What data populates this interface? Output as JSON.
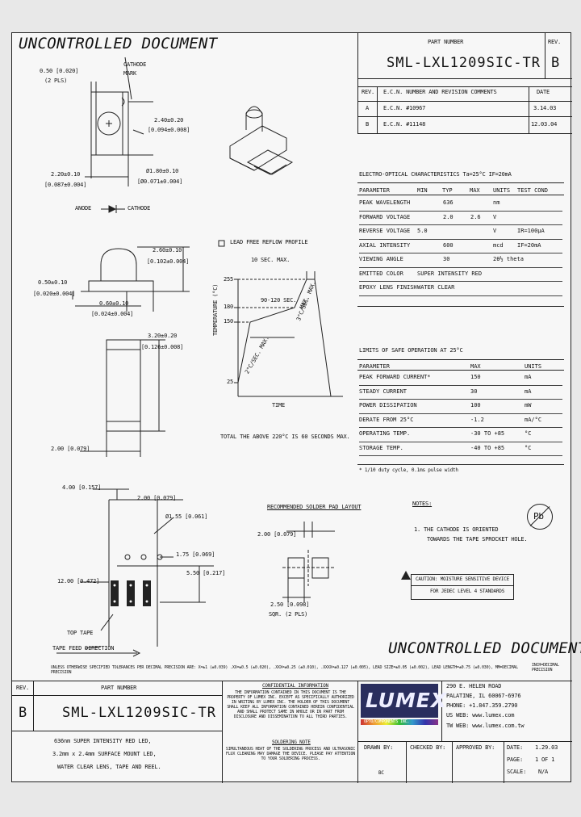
{
  "header": {
    "uncontrolled": "UNCONTROLLED DOCUMENT",
    "part_number_label": "PART NUMBER",
    "part_number": "SML-LXL1209SIC-TR",
    "rev_label": "REV.",
    "rev": "B"
  },
  "revisions": {
    "headers": [
      "REV.",
      "E.C.N. NUMBER AND REVISION COMMENTS",
      "DATE"
    ],
    "rows": [
      [
        "A",
        "E.C.N. #10967",
        "3.14.03"
      ],
      [
        "B",
        "E.C.N. #11148",
        "12.03.04"
      ]
    ]
  },
  "dimensions": {
    "pad_width": "0.50 [0.020]",
    "pad_count": "(2 PLS)",
    "cathode_mark": "CATHODE MARK",
    "length": "2.40±0.20",
    "length_in": "[0.094±0.008]",
    "width": "2.20±0.10",
    "width_in": "[0.087±0.004]",
    "lens_dia": "Ø1.80±0.10",
    "lens_dia_in": "[Ø0.071±0.004]",
    "anode": "ANODE",
    "cathode": "CATHODE",
    "height": "2.60±0.10",
    "height_in": "[0.102±0.004]",
    "lead_thk": "0.50±0.10",
    "lead_thk_in": "[0.020±0.004]",
    "base_h": "0.60±0.10",
    "base_h_in": "[0.024±0.004]",
    "body_len": "3.20±0.20",
    "body_len_in": "[0.126±0.008]",
    "pitch_small": "2.00 [0.079]",
    "tape_pitch": "4.00 [0.157]",
    "tape_half": "2.00 [0.079]",
    "sprocket": "Ø1.55 [0.061]",
    "edge": "1.75 [0.069]",
    "cavity": "5.50 [0.217]",
    "tape_width": "12.00 [0.472]",
    "top_tape": "TOP TAPE",
    "feed_dir": "TAPE FEED DIRECTION"
  },
  "reflow": {
    "title": "LEAD FREE REFLOW PROFILE",
    "yaxis": "TEMPERATURE (°C)",
    "xaxis": "TIME",
    "ticks": [
      "255",
      "180",
      "150",
      "25"
    ],
    "peak": "10 SEC. MAX.",
    "soak": "90-120 SEC.",
    "soak_max": "MAX.",
    "ramp_up": "2°C/SEC. MAX.",
    "ramp_down": "3°C/SEC. MAX.",
    "note": "TOTAL THE ABOVE 220°C IS 60 SECONDS MAX."
  },
  "eo": {
    "title": "ELECTRO-OPTICAL CHARACTERISTICS Ta=25°C    IF=20mA",
    "headers": [
      "PARAMETER",
      "MIN",
      "TYP",
      "MAX",
      "UNITS",
      "TEST COND"
    ],
    "rows": [
      [
        "PEAK WAVELENGTH",
        "",
        "636",
        "",
        "nm",
        ""
      ],
      [
        "FORWARD VOLTAGE",
        "",
        "2.0",
        "2.6",
        "V",
        ""
      ],
      [
        "REVERSE VOLTAGE",
        "5.0",
        "",
        "",
        "V",
        "IR=100µA"
      ],
      [
        "AXIAL INTENSITY",
        "",
        "600",
        "",
        "mcd",
        "IF=20mA"
      ],
      [
        "VIEWING ANGLE",
        "",
        "30",
        "",
        "2θ½ theta",
        ""
      ],
      [
        "EMITTED COLOR",
        "SUPER INTENSITY RED",
        "",
        "",
        "",
        ""
      ],
      [
        "EPOXY LENS FINISH",
        "WATER CLEAR",
        "",
        "",
        "",
        ""
      ]
    ]
  },
  "limits": {
    "title": "LIMITS OF SAFE OPERATION AT 25°C",
    "headers": [
      "PARAMETER",
      "MAX",
      "UNITS"
    ],
    "rows": [
      [
        "PEAK FORWARD CURRENT*",
        "150",
        "mA"
      ],
      [
        "STEADY CURRENT",
        "30",
        "mA"
      ],
      [
        "POWER DISSIPATION",
        "100",
        "mW"
      ],
      [
        "DERATE FROM 25°C",
        "-1.2",
        "mA/°C"
      ],
      [
        "OPERATING TEMP.",
        "-30 TO +85",
        "°C"
      ],
      [
        "STORAGE TEMP.",
        "-40 TO +85",
        "°C"
      ]
    ],
    "footnote": "* 1/10 duty cycle, 0.1ms pulse width"
  },
  "pad_layout": {
    "title": "RECOMMENDED SOLDER PAD LAYOUT",
    "gap": "2.00 [0.079]",
    "pad": "2.50 [0.098]",
    "pad_count": "SQR. (2 PLS)"
  },
  "notes": {
    "title": "NOTES:",
    "line1": "1. THE CATHODE IS ORIENTED",
    "line2": "TOWARDS THE TAPE SPROCKET HOLE.",
    "caution": "CAUTION: MOISTURE SENSITIVE DEVICE",
    "caution_sub": "FOR JEDEC LEVEL 4 STANDARDS",
    "rohs": "Pb"
  },
  "tolerance": {
    "text": "UNLESS OTHERWISE SPECIFIED TOLERANCES PER DECIMAL PRECISION ARE: X=±1 (±0.039)  .XX=±0.5 (±0.020), .XXX=±0.25 (±0.010), .XXXX=±0.127 (±0.005), LEAD SIZE=±0.05 (±0.002), LEAD LENGTH=±0.75 (±0.030), MM=DECIMAL PRECISION",
    "inch": "INCH=DECIMAL PRECISION"
  },
  "title_block": {
    "rev_label": "REV.",
    "rev": "B",
    "part_label": "PART NUMBER",
    "part": "SML-LXL1209SIC-TR",
    "desc1": "636nm SUPER INTENSITY RED LED,",
    "desc2": "3.2mm x 2.4mm SURFACE MOUNT LED,",
    "desc3": "WATER CLEAR LENS, TAPE AND REEL.",
    "confidential_title": "CONFIDENTIAL INFORMATION",
    "confidential": "THE INFORMATION CONTAINED IN THIS DOCUMENT IS THE PROPERTY OF LUMEX INC. EXCEPT AS SPECIFICALLY AUTHORIZED IN WRITING BY LUMEX INC. THE HOLDER OF THIS DOCUMENT SHALL KEEP ALL INFORMATION CONTAINED HEREIN CONFIDENTIAL AND SHALL PROTECT SAME IN WHOLE OR IN PART FROM DISCLOSURE AND DISSEMINATION TO ALL THIRD PARTIES.",
    "rohs_title": "SOLDERING NOTE",
    "rohs": "SIMULTANEOUS HEAT OF THE SOLDERING PROCESS AND ULTRASONIC FLUX CLEANING MAY DAMAGE THE DEVICE. PLEASE PAY ATTENTION TO YOUR SOLDERING PROCESS.",
    "logo": "LUMEX",
    "logo_sub": "OPTO/COMPONENTS INC.",
    "addr1": "290 E. HELEN ROAD",
    "addr2": "PALATINE, IL 60067-6976",
    "phone": "PHONE: +1.847.359.2790",
    "web_us": "US WEB: www.lumex.com",
    "web_tw": "TW WEB: www.lumex.com.tw",
    "drawn_label": "DRAWN BY:",
    "drawn": "BC",
    "checked_label": "CHECKED BY:",
    "approved_label": "APPROVED BY:",
    "date_label": "DATE:",
    "date": "1.29.03",
    "page_label": "PAGE:",
    "page": "1 OF 1",
    "scale_label": "SCALE:",
    "scale": "N/A"
  }
}
